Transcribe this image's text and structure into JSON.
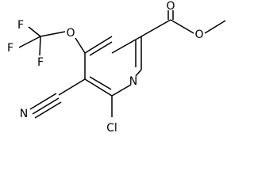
{
  "diagram": {
    "type": "chemical-structure",
    "atoms": [
      {
        "id": "N1",
        "label": "N"
      },
      {
        "id": "Cl",
        "label": "Cl"
      },
      {
        "id": "Ncn",
        "label": "N"
      },
      {
        "id": "O1",
        "label": "O"
      },
      {
        "id": "F1",
        "label": "F"
      },
      {
        "id": "F2",
        "label": "F"
      },
      {
        "id": "F3",
        "label": "F"
      },
      {
        "id": "Oc",
        "label": "O"
      },
      {
        "id": "Oe",
        "label": "O"
      }
    ]
  }
}
